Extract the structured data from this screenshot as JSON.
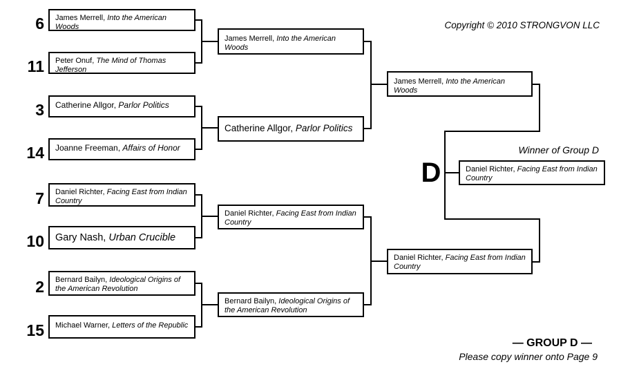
{
  "header": {
    "copyright": "Copyright © 2010 STRONGVON LLC"
  },
  "bracket": {
    "group_letter": "D",
    "winner_caption": "Winner of Group D",
    "round1": [
      {
        "seed": "6",
        "author": "James Merrell,",
        "title": "Into the American Woods"
      },
      {
        "seed": "11",
        "author": "Peter Onuf,",
        "title": "The Mind of Thomas Jefferson"
      },
      {
        "seed": "3",
        "author": "Catherine Allgor,",
        "title": "Parlor Politics"
      },
      {
        "seed": "14",
        "author": "Joanne Freeman,",
        "title": "Affairs of Honor"
      },
      {
        "seed": "7",
        "author": "Daniel Richter,",
        "title": "Facing East from Indian Country"
      },
      {
        "seed": "10",
        "author": "Gary Nash,",
        "title": "Urban Crucible"
      },
      {
        "seed": "2",
        "author": "Bernard Bailyn,",
        "title": "Ideological Origins of the American Revolution"
      },
      {
        "seed": "15",
        "author": "Michael Warner,",
        "title": "Letters of the Republic"
      }
    ],
    "round2": [
      {
        "author": "James Merrell,",
        "title": "Into the American Woods"
      },
      {
        "author": "Catherine Allgor,",
        "title": "Parlor Politics"
      },
      {
        "author": "Daniel Richter,",
        "title": "Facing East from Indian Country"
      },
      {
        "author": "Bernard Bailyn,",
        "title": "Ideological Origins of the American Revolution"
      }
    ],
    "semifinals": [
      {
        "author": "James Merrell,",
        "title": "Into the American Woods"
      },
      {
        "author": "Daniel Richter,",
        "title": "Facing East from Indian Country"
      }
    ],
    "winner": {
      "author": "Daniel Richter,",
      "title": "Facing East from Indian Country"
    }
  },
  "footer": {
    "group_label": "— GROUP D —",
    "note": "Please copy winner onto Page 9"
  },
  "colors": {
    "ink": "#000000",
    "background": "#ffffff"
  }
}
